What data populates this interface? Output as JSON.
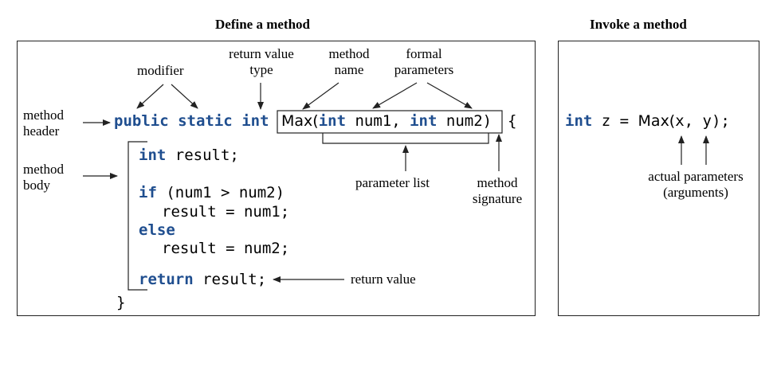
{
  "define": {
    "heading": "Define a method",
    "labels": {
      "modifier": "modifier",
      "return_value_type_1": "return value",
      "return_value_type_2": "type",
      "method_name_1": "method",
      "method_name_2": "name",
      "formal_parameters_1": "formal",
      "formal_parameters_2": "parameters",
      "method_header_1": "method",
      "method_header_2": "header",
      "method_body_1": "method",
      "method_body_2": "body",
      "parameter_list": "parameter list",
      "method_signature_1": "method",
      "method_signature_2": "signature",
      "return_value": "return value"
    },
    "code": {
      "kw_public": "public",
      "kw_static": "static",
      "kw_int": "int",
      "sig_name": "Max(",
      "sig_kw_int1": "int",
      "sig_num1": " num1, ",
      "sig_kw_int2": "int",
      "sig_num2": " num2)",
      "brace_open": "{",
      "line1_kw": "int",
      "line1_rest": " result;",
      "line2_kw": "if",
      "line2_rest": " (num1 > num2)",
      "line3": "result = num1;",
      "line4_kw": "else",
      "line5": "result = num2;",
      "line6_kw": "return",
      "line6_rest": " result;",
      "brace_close": "}"
    }
  },
  "invoke": {
    "heading": "Invoke a method",
    "code": {
      "kw_int": "int",
      "rest1": " z = ",
      "call_name": "Max(",
      "args": "x, y);"
    },
    "labels": {
      "actual_parameters_1": "actual parameters",
      "actual_parameters_2": "(arguments)"
    }
  },
  "colors": {
    "keyword": "#1f4e8f",
    "text": "#000000",
    "lines": "#222222"
  }
}
